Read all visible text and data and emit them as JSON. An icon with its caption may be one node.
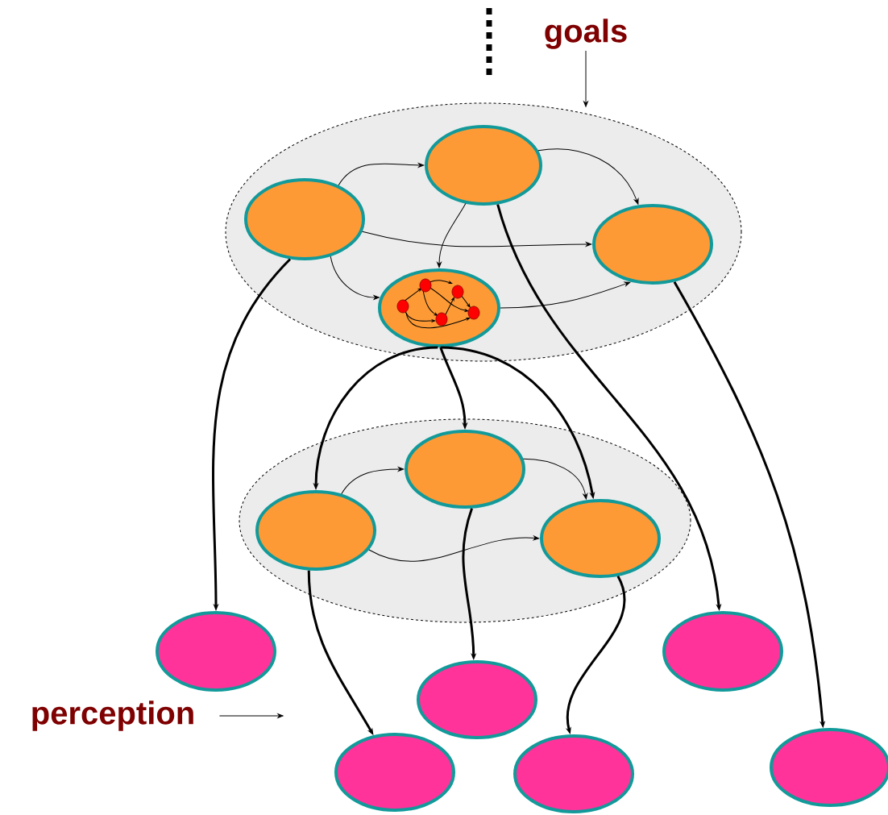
{
  "diagram": {
    "nodes": [
      {
        "text": [
          "goals"
        ]
      },
      {
        "text": [
          "perception"
        ]
      },
      {
        "text": [],
        "shape": "ellipse"
      },
      {
        "text": [],
        "shape": "ellipse",
        "in": 2
      },
      {
        "text": [],
        "shape": "ellipse",
        "in": 2
      },
      {
        "text": [],
        "shape": "ellipse",
        "in": 2
      },
      {
        "text": [],
        "shape": "ellipse",
        "in": 2
      },
      {
        "text": [],
        "shape": "ellipse"
      },
      {
        "text": [],
        "shape": "ellipse",
        "in": 7
      },
      {
        "text": [],
        "shape": "ellipse",
        "in": 7
      },
      {
        "text": [],
        "shape": "ellipse",
        "in": 7
      },
      {
        "text": [],
        "shape": "ellipse"
      },
      {
        "text": [],
        "shape": "ellipse"
      },
      {
        "text": [],
        "shape": "ellipse"
      },
      {
        "text": [],
        "shape": "ellipse"
      },
      {
        "text": [],
        "shape": "ellipse"
      },
      {
        "text": [],
        "shape": "ellipse"
      }
    ],
    "edges": [
      {
        "from": 0,
        "to": 2,
        "arrow": "to"
      },
      {
        "from": 1,
        "to": null,
        "arrow": "to"
      },
      {
        "from": 3,
        "to": 4,
        "arrow": "to"
      },
      {
        "from": 4,
        "to": 5,
        "arrow": "to"
      },
      {
        "from": 3,
        "to": 5,
        "arrow": "to"
      },
      {
        "from": 3,
        "to": 6,
        "arrow": "to"
      },
      {
        "from": 4,
        "to": 6,
        "arrow": "to"
      },
      {
        "from": 6,
        "to": 5,
        "arrow": "to"
      },
      {
        "from": 3,
        "to": 11,
        "arrow": "to",
        "style": "thick"
      },
      {
        "from": 6,
        "to": 8,
        "arrow": "to",
        "style": "thick"
      },
      {
        "from": 6,
        "to": 9,
        "arrow": "to",
        "style": "thick"
      },
      {
        "from": 6,
        "to": 10,
        "arrow": "to",
        "style": "thick"
      },
      {
        "from": 4,
        "to": 13,
        "arrow": "to",
        "style": "thick"
      },
      {
        "from": 5,
        "to": 16,
        "arrow": "to",
        "style": "thick"
      },
      {
        "from": 8,
        "to": 9,
        "arrow": "to"
      },
      {
        "from": 9,
        "to": 10,
        "arrow": "to"
      },
      {
        "from": 8,
        "to": 10,
        "arrow": "to"
      },
      {
        "from": 8,
        "to": 14,
        "arrow": "to",
        "style": "thick"
      },
      {
        "from": 9,
        "to": 12,
        "arrow": "to",
        "style": "thick"
      },
      {
        "from": 10,
        "to": 15,
        "arrow": "to",
        "style": "thick"
      }
    ]
  }
}
